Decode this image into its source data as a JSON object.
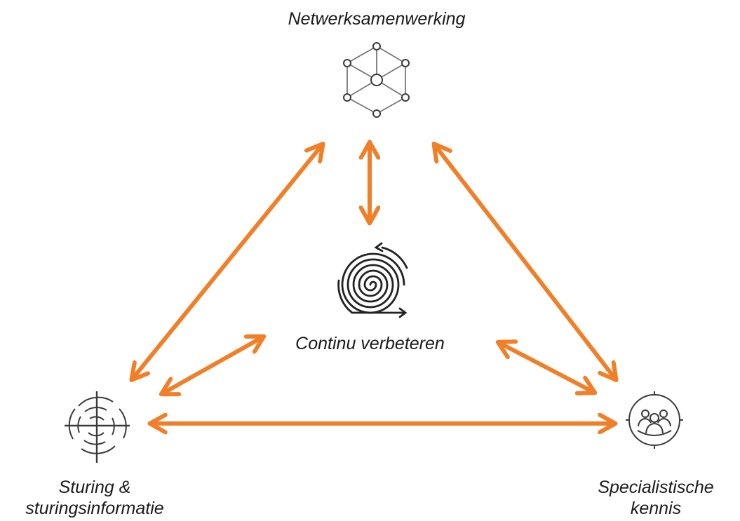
{
  "nodes": {
    "top": {
      "label": "Netwerksamenwerking",
      "icon": "network-icon"
    },
    "center": {
      "label": "Continu verbeteren",
      "icon": "spiral-cycle-icon"
    },
    "left": {
      "label_line1": "Sturing &",
      "label_line2": "sturingsinformatie",
      "icon": "target-crosshair-icon"
    },
    "right": {
      "label_line1": "Specialistische",
      "label_line2": "kennis",
      "icon": "team-group-icon"
    }
  },
  "colors": {
    "arrow": "#f07f28",
    "icon": "#3a3a3a",
    "icon_light": "#777777"
  }
}
